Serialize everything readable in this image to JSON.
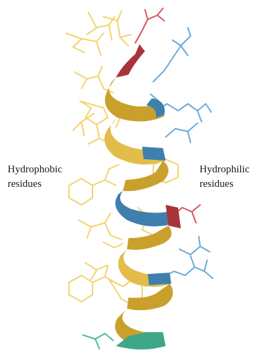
{
  "labels": {
    "hydrophobic": [
      "Hydrophobic",
      "residues"
    ],
    "hydrophilic": [
      "Hydrophilic",
      "residues"
    ]
  },
  "colors": {
    "hydrophobic_sticks": "#f2d46a",
    "hydrophilic_sticks": "#6aa9d8",
    "acidic_sticks": "#d8545a",
    "terminus_sticks": "#4fb89a",
    "ribbon_gold": "#c9a02c",
    "ribbon_gold_light": "#e2bd4a",
    "ribbon_blue": "#3f7fae",
    "ribbon_red": "#a8343a",
    "ribbon_teal": "#3ea78a"
  },
  "icons": {
    "helix": "alpha-helix-ribbon-icon"
  }
}
